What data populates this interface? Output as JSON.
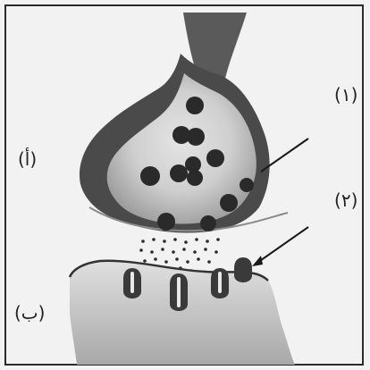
{
  "labels": {
    "a": "(أ)",
    "b": "(ب)",
    "one": "(١)",
    "two": "(٢)"
  },
  "colors": {
    "background": "#f2f2f2",
    "axon_fill": "#555555",
    "terminal_dark": "#3a3a3a",
    "terminal_light": "#d8d8d8",
    "vesicle": "#2a2a2a",
    "postsynaptic": "#cfcfcf",
    "receptor": "#3a3a3a",
    "line": "#1a1a1a"
  }
}
